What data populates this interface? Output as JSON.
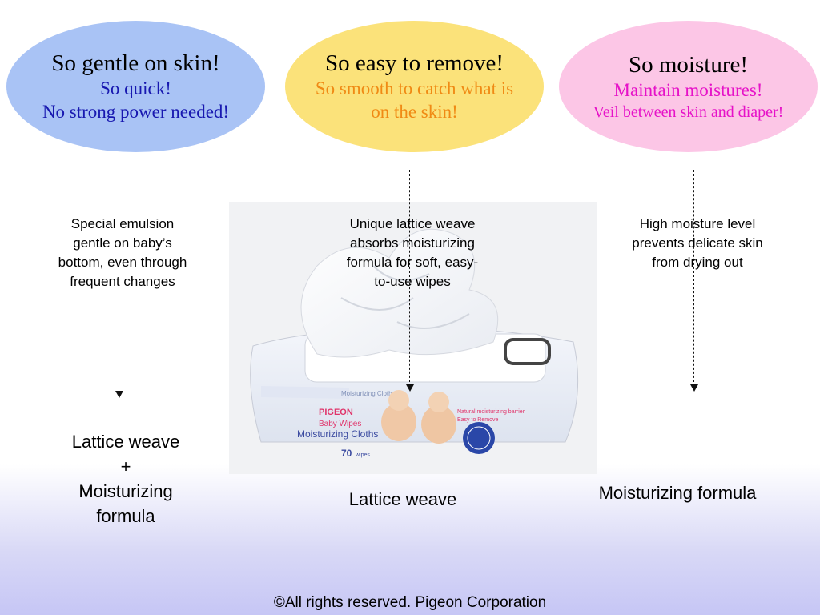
{
  "benefits": [
    {
      "title": "So gentle on skin!",
      "line1": "So quick!",
      "line2": "No strong power needed!"
    },
    {
      "title": "So easy to remove!",
      "line1": "So smooth to catch what is",
      "line2": "on the skin!"
    },
    {
      "title": "So moisture!",
      "line1": "Maintain moistures!",
      "line2": "Veil between skin and diaper!"
    }
  ],
  "descriptions": [
    [
      "Special emulsion",
      "gentle on baby’s",
      "bottom, even through",
      "frequent changes"
    ],
    [
      "Unique lattice weave",
      "absorbs moisturizing",
      "formula for soft, easy-",
      "to-use wipes"
    ],
    [
      "High moisture level",
      "prevents delicate skin",
      "from drying out"
    ]
  ],
  "results": {
    "left": [
      "Lattice weave",
      "+",
      "Moisturizing",
      "formula"
    ],
    "center": "Lattice weave",
    "right": "Moisturizing formula"
  },
  "product": {
    "brand": "PIGEON",
    "line": "Baby Wipes",
    "name": "Moisturizing Cloths",
    "count": "70",
    "count_unit": "wipes",
    "note": "Natural moisturizing barrier",
    "note2": "Easy to Remove",
    "strip_text": "Moisturizing Cloths"
  },
  "footer": "©All rights reserved. Pigeon Corporation",
  "colors": {
    "blue_ellipse": "#a9c3f5",
    "yellow_ellipse": "#fbe27a",
    "pink_ellipse": "#fcc6e6"
  }
}
